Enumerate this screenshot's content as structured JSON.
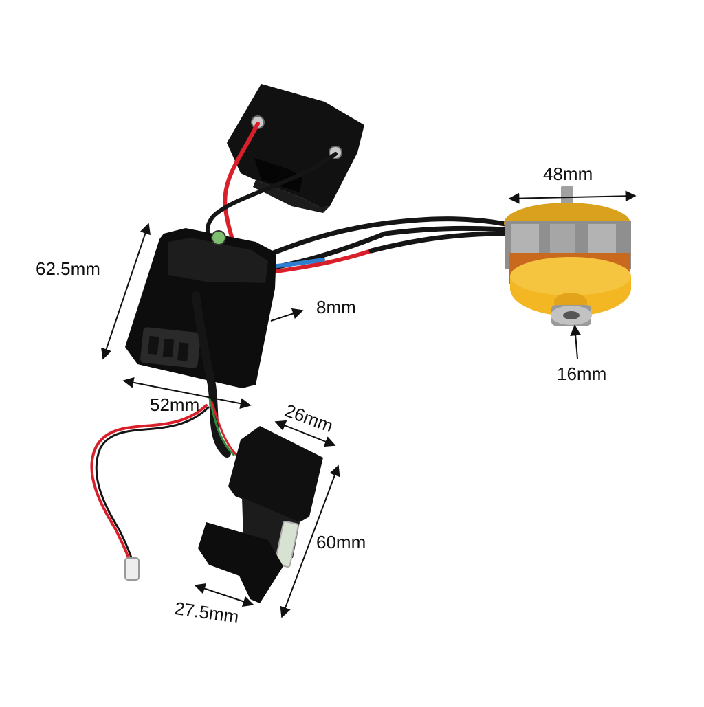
{
  "colors": {
    "background": "#ffffff",
    "housing": "#0d0d0d",
    "motor_yellow": "#f2b722",
    "copper": "#c8691e",
    "wire_red": "#d9202a",
    "wire_blue": "#2f7fd1",
    "wire_black": "#151515",
    "annotation": "#111111"
  },
  "dimensions": {
    "board_height": "62.5mm",
    "board_width": "52mm",
    "board_thickness": "8mm",
    "motor_diameter": "48mm",
    "shaft": "16mm",
    "switch_width": "26mm",
    "switch_height": "60mm",
    "trigger_width": "27.5mm"
  }
}
